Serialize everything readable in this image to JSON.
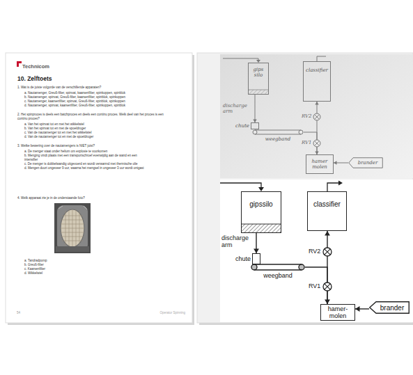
{
  "diagram": {
    "nodes": [
      {
        "text": [
          "gips silo"
        ]
      },
      {
        "text": [
          "classifier"
        ]
      },
      {
        "text": [
          "chute"
        ]
      },
      {
        "text": [
          "weegband"
        ]
      },
      {
        "text": [
          "hamer molen"
        ]
      },
      {
        "text": [
          "brander"
        ]
      },
      {
        "text": [
          "gipssilo"
        ]
      },
      {
        "text": [
          "classifier"
        ]
      },
      {
        "text": [
          "chute"
        ]
      },
      {
        "text": [
          "weegband"
        ]
      },
      {
        "text": [
          "hamer- molen"
        ]
      },
      {
        "text": [
          "brander"
        ]
      }
    ],
    "edges": [
      {
        "from": 0,
        "to": 2,
        "arrow": "to"
      },
      {
        "from": 3,
        "to": 4,
        "arrow": "to"
      },
      {
        "from": 4,
        "to": 1,
        "arrow": "to"
      },
      {
        "from": 5,
        "to": 4,
        "arrow": "to"
      },
      {
        "from": 6,
        "to": 8,
        "arrow": "to"
      },
      {
        "from": 9,
        "to": 10,
        "arrow": "to"
      },
      {
        "from": 10,
        "to": 7,
        "arrow": "to"
      },
      {
        "from": 11,
        "to": 10,
        "arrow": "to"
      }
    ],
    "labels": [
      "Technicom",
      "10. Zelftoets",
      "1. Wat is de juiste volgorde van de verschillende apparaten?",
      "a. Nautamenger, Greuß-filter, spinvat, kaarsenfilter, spinkoppen, spinblok",
      "b. Nautamenger, spinvat, Greuß-filter, kaarsenfilter, spinblok, spinkoppen",
      "c. Nautamenger, kaarsenfilter, spinvat, Greuß-filter, spinblok, spinkoppen",
      "d. Nautamenger, spinvat, kaarsenfilter, Greuß-filter, spinkoppen, spinblok",
      "2. Het spinproces is deels een batchproces en deels een continu proces. Welk deel van het proces is een continu proces?",
      "a. Van het spinvat tot en met het wikkelwiel",
      "b. Van het spinvat tot en met de spoeldroger",
      "c. Van de nautamenger tot en met het wikkelwiel",
      "d. Van de nautamenger tot en met de spoeldroger",
      "3. Welke bewering over de nautamengers is NIET juist?",
      "a. De menger staat onder helium om explosie te voorkomen",
      "b. Menging vindt plaats met een transportschroef evenwijdig aan de wand en een intensifier",
      "c. De menger is dubbelwandig uitgevoerd en wordt verwarmd met thermische olie",
      "d. Mengen duurt ongeveer 9 uur, waarna het mengsel in ongeveer 3 uur wordt ontgast",
      "4. Welk apparaat zie je in de onderstaande foto?",
      "a. Tandradpomp",
      "b. Greuß-filter",
      "c. Kaarsenfilter",
      "d. Wikkelwiel",
      "54",
      "Operator Spinning",
      "discharge arm",
      "RV2",
      "RV1",
      "discharge arm",
      "RV2",
      "RV1"
    ]
  }
}
